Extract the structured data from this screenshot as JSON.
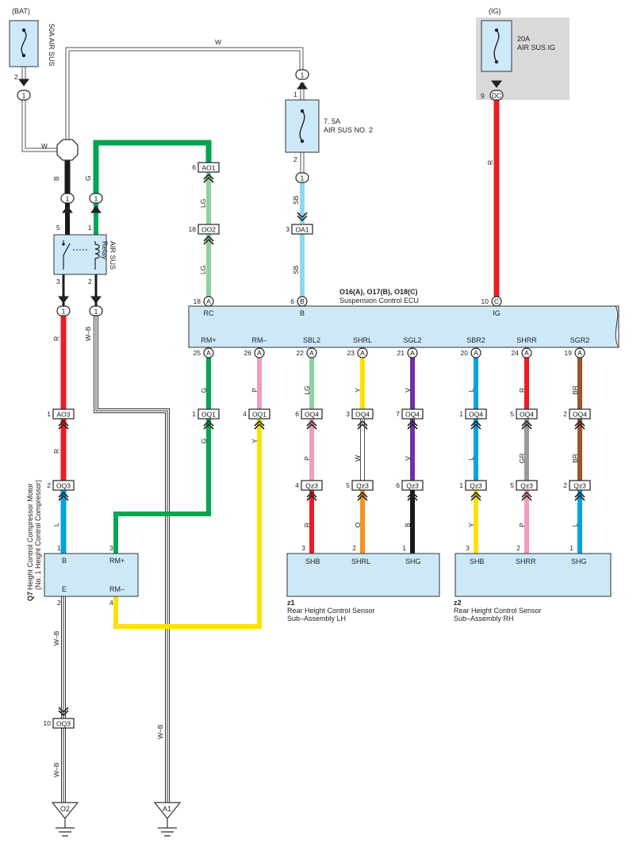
{
  "sources": {
    "bat": {
      "label": "(BAT)",
      "fuse": "50A AIR SUS",
      "pin": "2",
      "conn": "1"
    },
    "ig": {
      "label": "(IG)",
      "fuse_amp": "20A",
      "fuse_name": "AIR SUS IG",
      "pin": "9",
      "conn": "DC"
    }
  },
  "fuse2": {
    "amp": "7. 5A",
    "name": "AIR SUS NO. 2",
    "pin_top": "1",
    "pin_bot": "2",
    "conn_top": "1",
    "conn_bot": "1"
  },
  "relay": {
    "name1": "AIR SUS",
    "name2": "Relay",
    "pin5": "5",
    "pin1": "1",
    "pin3": "3",
    "pin2": "2",
    "conn": "1"
  },
  "ecu": {
    "code": "O16(A), O17(B), O18(C)",
    "name": "Suspension Control ECU",
    "top_pins": [
      {
        "num": "18",
        "conn": "A",
        "term": "RC"
      },
      {
        "num": "6",
        "conn": "B",
        "term": "B"
      },
      {
        "num": "10",
        "conn": "C",
        "term": "IG"
      }
    ],
    "bottom_pins": [
      {
        "num": "25",
        "conn": "A",
        "term": "RM+",
        "wire1": "G",
        "j1n": "1",
        "j1": "OQ1",
        "wire2": "G"
      },
      {
        "num": "26",
        "conn": "A",
        "term": "RM–",
        "wire1": "P",
        "j1n": "4",
        "j1": "OQ1",
        "wire2": "Y"
      },
      {
        "num": "22",
        "conn": "A",
        "term": "SBL2",
        "wire1": "LG",
        "j1n": "6",
        "j1": "OQ4",
        "wire2": "P",
        "j2n": "4",
        "j2": "Qz3",
        "wire3": "R",
        "spin": "3"
      },
      {
        "num": "23",
        "conn": "A",
        "term": "SHRL",
        "wire1": "Y",
        "j1n": "3",
        "j1": "OQ4",
        "wire2": "W",
        "j2n": "5",
        "j2": "Qz3",
        "wire3": "O",
        "spin": "2"
      },
      {
        "num": "21",
        "conn": "A",
        "term": "SGL2",
        "wire1": "V",
        "j1n": "7",
        "j1": "OQ4",
        "wire2": "V",
        "j2n": "6",
        "j2": "Qz3",
        "wire3": "B",
        "spin": "1"
      },
      {
        "num": "20",
        "conn": "A",
        "term": "SBR2",
        "wire1": "L",
        "j1n": "1",
        "j1": "OQ4",
        "wire2": "L",
        "j2n": "1",
        "j2": "Qz3",
        "wire3": "Y",
        "spin": "3"
      },
      {
        "num": "24",
        "conn": "A",
        "term": "SHRR",
        "wire1": "R",
        "j1n": "5",
        "j1": "OQ4",
        "wire2": "GR",
        "j2n": "5",
        "j2": "Qz3",
        "wire3": "P",
        "spin": "2"
      },
      {
        "num": "19",
        "conn": "A",
        "term": "SGR2",
        "wire1": "BR",
        "j1n": "2",
        "j1": "OQ4",
        "wire2": "BR",
        "j2n": "2",
        "j2": "Qz3",
        "wire3": "L",
        "spin": "1"
      }
    ]
  },
  "wires": {
    "w_top": "W",
    "w_left": "W",
    "b": "B",
    "g": "G",
    "lg1": "LG",
    "lg2": "LG",
    "sb1": "SB",
    "sb2": "SB",
    "r_ig": "R",
    "r_relay": "R",
    "r2": "R",
    "l_motor": "L",
    "wb_relay": "W–B",
    "wb_motor": "W–B",
    "wb_motor2": "W–B",
    "wb_a1": "W–B"
  },
  "connectors": {
    "ao1": {
      "num": "6",
      "code": "AO1"
    },
    "oo2": {
      "num": "18",
      "code": "OO2"
    },
    "oa1": {
      "num": "3",
      "code": "OA1"
    },
    "ao3": {
      "num": "1",
      "code": "AO3"
    },
    "oq3a": {
      "num": "2",
      "code": "OQ3"
    },
    "oq3b": {
      "num": "10",
      "code": "OQ3"
    }
  },
  "motor": {
    "code": "Q7",
    "name1": "Height Control Compressor Motor",
    "name2": "(No. 1 Height Control Compressor)",
    "t_b": "B",
    "t_e": "E",
    "t_rmp": "RM+",
    "t_rmm": "RM–",
    "p1": "1",
    "p2": "2",
    "p3": "3",
    "p4": "4"
  },
  "sensor_lh": {
    "code": "z1",
    "name1": "Rear Height Control Sensor",
    "name2": "Sub–Assembly LH",
    "t1": "SHB",
    "t2": "SHRL",
    "t3": "SHG"
  },
  "sensor_rh": {
    "code": "z2",
    "name1": "Rear Height Control Sensor",
    "name2": "Sub–Assembly RH",
    "t1": "SHB",
    "t2": "SHRR",
    "t3": "SHG"
  },
  "grounds": {
    "o2": "O2",
    "a1": "A1"
  },
  "colors": {
    "G": "#00a651",
    "LG": "#8fd19e",
    "SB": "#8fd6f2",
    "R": "#ed1c24",
    "Y": "#ffe000",
    "P": "#f49ac1",
    "V": "#7030a0",
    "L": "#00a3e0",
    "GR": "#9a9a9a",
    "BR": "#a0522d",
    "O": "#f7941d",
    "B": "#1a1a1a",
    "W": "#ffffff",
    "box": "#cde9f8",
    "shade": "#d9d9d9"
  }
}
